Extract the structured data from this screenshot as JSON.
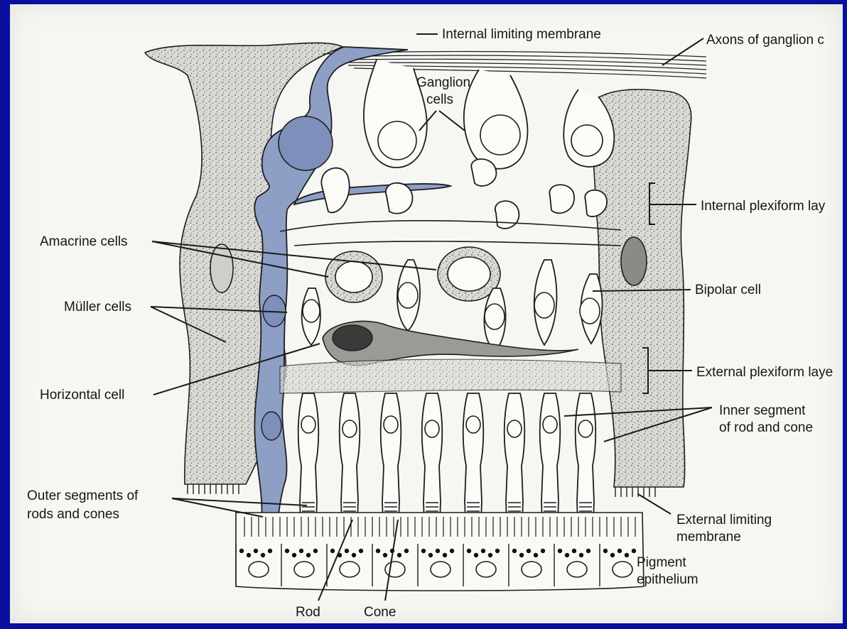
{
  "colors": {
    "slide_background": "#0a0f9e",
    "page_background": "#f6f6f3",
    "muller_cell_fill": "#8e9fc6",
    "ink": "#161616"
  },
  "labels": {
    "internal_limiting_membrane": "Internal limiting membrane",
    "axons_of_ganglion": "Axons of ganglion c",
    "ganglion_cells_1": "Ganglion",
    "ganglion_cells_2": "cells",
    "internal_plexiform": "Internal plexiform lay",
    "amacrine_cells": "Amacrine cells",
    "bipolar_cell": "Bipolar cell",
    "muller_cells": "Müller cells",
    "external_plexiform": "External plexiform laye",
    "horizontal_cell": "Horizontal cell",
    "inner_segment_1": "Inner segment",
    "inner_segment_2": "of rod and cone",
    "outer_segments_1": "Outer segments of",
    "outer_segments_2": "rods and cones",
    "external_limiting_1": "External limiting",
    "external_limiting_2": "membrane",
    "pigment_epithelium_1": "Pigment",
    "pigment_epithelium_2": "epithelium",
    "rod": "Rod",
    "cone": "Cone"
  }
}
